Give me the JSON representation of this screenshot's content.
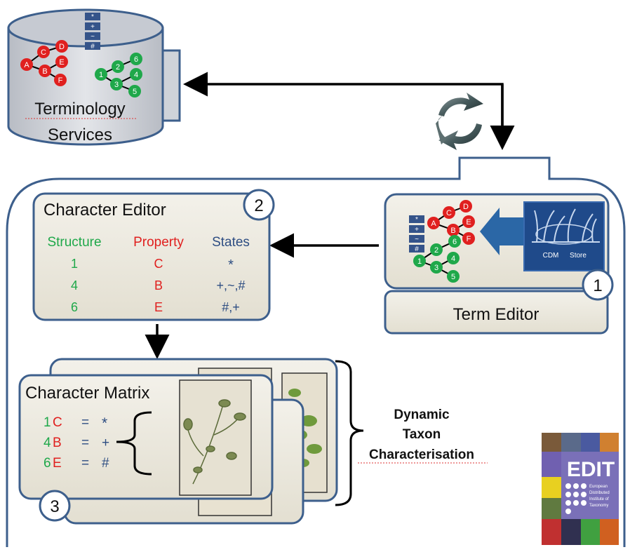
{
  "colors": {
    "panel_border": "#3d5f8c",
    "panel_fill": "#ece9de",
    "cylinder_fill": "#d3d6dc",
    "green": "#1fa84a",
    "red": "#e0201f",
    "blue_text": "#2d4d82",
    "cdm_bg": "#1f4a8a"
  },
  "terminology": {
    "title_line1": "Terminology",
    "title_line2": "Services",
    "symbols": [
      "*",
      "+",
      "~",
      "#"
    ],
    "red_tree": [
      "A",
      "C",
      "D",
      "B",
      "E",
      "F"
    ],
    "green_tree": [
      "1",
      "2",
      "6",
      "3",
      "4",
      "5"
    ]
  },
  "character_editor": {
    "title": "Character Editor",
    "number": "2",
    "headers": [
      "Structure",
      "Property",
      "States"
    ],
    "rows": [
      {
        "structure": "1",
        "property": "C",
        "states": "*"
      },
      {
        "structure": "4",
        "property": "B",
        "states": "+,~,#"
      },
      {
        "structure": "6",
        "property": "E",
        "states": "#,+"
      }
    ]
  },
  "term_editor": {
    "label": "Term Editor",
    "number": "1",
    "cdm_label_1": "CDM",
    "cdm_label_2": "Store",
    "symbols": [
      "*",
      "+",
      "~",
      "#"
    ],
    "red_tree": [
      "A",
      "C",
      "D",
      "B",
      "E",
      "F"
    ],
    "green_tree": [
      "2",
      "6",
      "1",
      "4",
      "3",
      "5"
    ]
  },
  "character_matrix": {
    "title": "Character Matrix",
    "number": "3",
    "rows": [
      {
        "num": "1",
        "letter": "C",
        "eq": "=",
        "state": "*"
      },
      {
        "num": "4",
        "letter": "B",
        "eq": "=",
        "state": "+"
      },
      {
        "num": "6",
        "letter": "E",
        "eq": "=",
        "state": "#"
      }
    ]
  },
  "dynamic_label": {
    "line1": "Dynamic",
    "line2": "Taxon",
    "line3": "Characterisation"
  },
  "edit_logo": {
    "title": "EDIT",
    "line1": "European",
    "line2": "Distributed",
    "line3": "Institute of",
    "line4": "Taxonomy"
  }
}
